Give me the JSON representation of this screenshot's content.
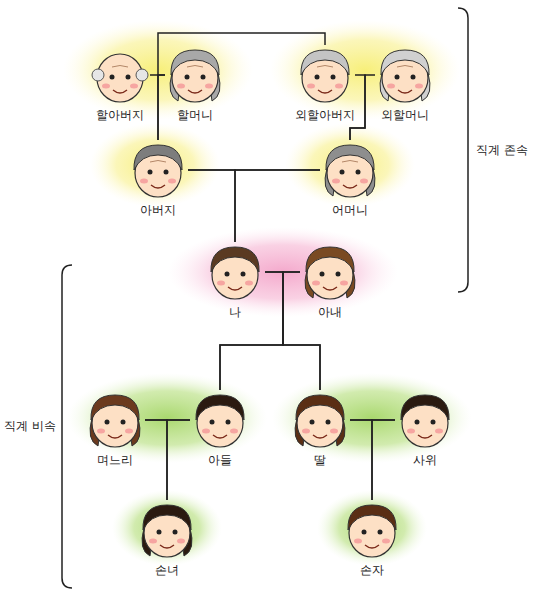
{
  "diagram": {
    "nodes": [
      {
        "text": [
          "할아버지"
        ]
      },
      {
        "text": [
          "할머니"
        ]
      },
      {
        "text": [
          "외할아버지"
        ]
      },
      {
        "text": [
          "외할머니"
        ]
      },
      {
        "text": [
          "아버지"
        ]
      },
      {
        "text": [
          "어머니"
        ]
      },
      {
        "text": [
          "나"
        ]
      },
      {
        "text": [
          "아내"
        ]
      },
      {
        "text": [
          "며느리"
        ]
      },
      {
        "text": [
          "아들"
        ]
      },
      {
        "text": [
          "딸"
        ]
      },
      {
        "text": [
          "사위"
        ]
      },
      {
        "text": [
          "손녀"
        ]
      },
      {
        "text": [
          "손자"
        ]
      }
    ],
    "edges": [
      {
        "from": 0,
        "to": 4,
        "arrow": "none"
      },
      {
        "from": 1,
        "to": 4,
        "arrow": "none"
      },
      {
        "from": 1,
        "to": 2,
        "arrow": "none"
      },
      {
        "from": 2,
        "to": 5,
        "arrow": "none"
      },
      {
        "from": 3,
        "to": 5,
        "arrow": "none"
      },
      {
        "from": 4,
        "to": 5,
        "arrow": "none"
      },
      {
        "from": 4,
        "to": 6,
        "arrow": "none"
      },
      {
        "from": 5,
        "to": 6,
        "arrow": "none"
      },
      {
        "from": 6,
        "to": 9,
        "arrow": "none"
      },
      {
        "from": 7,
        "to": 9,
        "arrow": "none"
      },
      {
        "from": 6,
        "to": 10,
        "arrow": "none"
      },
      {
        "from": 7,
        "to": 10,
        "arrow": "none"
      },
      {
        "from": 8,
        "to": 9,
        "arrow": "none"
      },
      {
        "from": 8,
        "to": 12,
        "arrow": "none"
      },
      {
        "from": 9,
        "to": 12,
        "arrow": "none"
      },
      {
        "from": 10,
        "to": 11,
        "arrow": "none"
      },
      {
        "from": 10,
        "to": 13,
        "arrow": "none"
      },
      {
        "from": 11,
        "to": 13,
        "arrow": "none"
      }
    ],
    "labels": [
      "직계 존속",
      "직계 비속"
    ]
  }
}
